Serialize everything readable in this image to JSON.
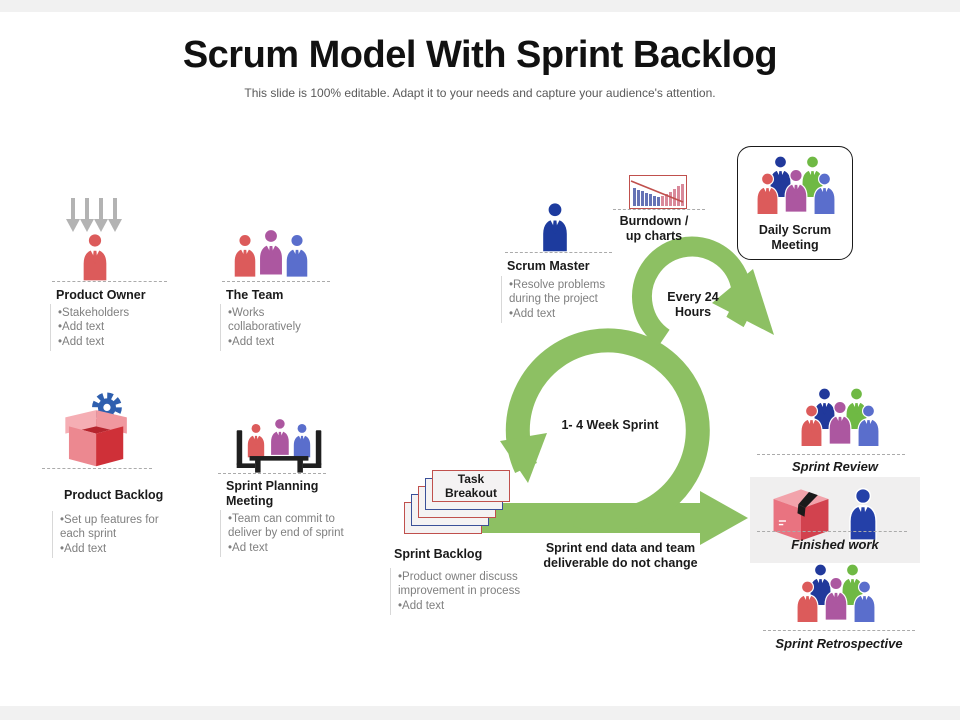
{
  "slide": {
    "title": "Scrum Model With Sprint Backlog",
    "subtitle": "This slide is 100% editable. Adapt it to your needs and capture your audience's attention."
  },
  "palette": {
    "accent_green": "#8DC063",
    "person_red": "#DC5B5B",
    "person_magenta": "#AC57A0",
    "person_blue": "#5A6ECC",
    "person_navy": "#21399B",
    "person_green": "#6FB944",
    "chart_border_red": "#C0504D",
    "chart_bar_blue": "#6673B5",
    "chart_bar_pink": "#D9899A"
  },
  "sections": {
    "product_owner": {
      "heading": "Product Owner",
      "bullets": [
        "Stakeholders",
        "Add text",
        "Add text"
      ]
    },
    "the_team": {
      "heading": "The Team",
      "bullets": [
        "Works collaboratively",
        "Add text"
      ]
    },
    "product_backlog": {
      "heading": "Product Backlog",
      "bullets": [
        "Set up features for each sprint",
        "Add text"
      ]
    },
    "sprint_planning": {
      "heading": "Sprint Planning Meeting",
      "bullets": [
        "Team can commit to deliver by end of sprint",
        "Ad text"
      ]
    },
    "scrum_master": {
      "heading": "Scrum Master",
      "bullets": [
        "Resolve problems during the project",
        "Add text"
      ]
    },
    "burndown": {
      "label": "Burndown / up charts"
    },
    "daily_scrum": {
      "label": "Daily Scrum Meeting"
    },
    "cycle": {
      "every_24": "Every 24 Hours",
      "week_sprint": "1- 4 Week Sprint"
    },
    "task_breakout": {
      "label": "Task Breakout"
    },
    "sprint_backlog": {
      "heading": "Sprint Backlog",
      "bullets": [
        "Product owner discuss improvement in process",
        "Add text"
      ]
    },
    "sprint_end_note": "Sprint end data and team deliverable do not change",
    "sprint_review": {
      "label": "Sprint Review"
    },
    "finished_work": {
      "label": "Finished work"
    },
    "sprint_retrospective": {
      "label": "Sprint Retrospective"
    }
  }
}
